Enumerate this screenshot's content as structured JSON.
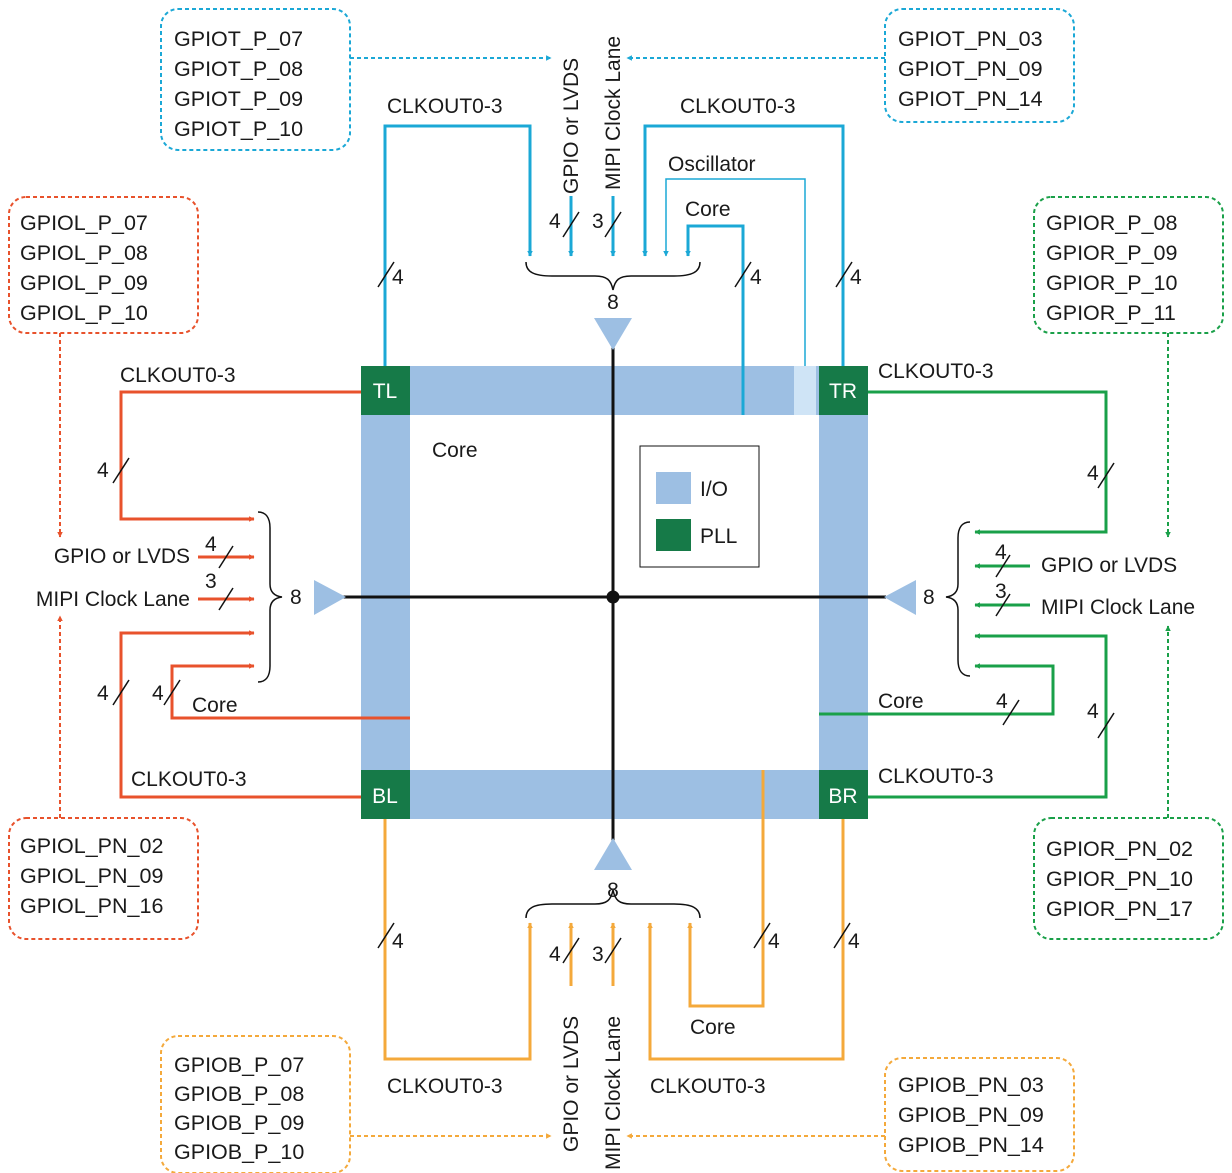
{
  "colors": {
    "top": "#1BA8D6",
    "left": "#E8522C",
    "right": "#1AA049",
    "bottom": "#F4A93B",
    "io": "#9DBFE3",
    "pll": "#167A48",
    "osc": "#CFE4F6",
    "line": "#111111"
  },
  "groups": {
    "top_left": [
      "GPIOT_P_07",
      "GPIOT_P_08",
      "GPIOT_P_09",
      "GPIOT_P_10"
    ],
    "top_right": [
      "GPIOT_PN_03",
      "GPIOT_PN_09",
      "GPIOT_PN_14"
    ],
    "left_top": [
      "GPIOL_P_07",
      "GPIOL_P_08",
      "GPIOL_P_09",
      "GPIOL_P_10"
    ],
    "left_bottom": [
      "GPIOL_PN_02",
      "GPIOL_PN_09",
      "GPIOL_PN_16"
    ],
    "right_top": [
      "GPIOR_P_08",
      "GPIOR_P_09",
      "GPIOR_P_10",
      "GPIOR_P_11"
    ],
    "right_bottom": [
      "GPIOR_PN_02",
      "GPIOR_PN_10",
      "GPIOR_PN_17"
    ],
    "bottom_left": [
      "GPIOB_P_07",
      "GPIOB_P_08",
      "GPIOB_P_09",
      "GPIOB_P_10"
    ],
    "bottom_right": [
      "GPIOB_PN_03",
      "GPIOB_PN_09",
      "GPIOB_PN_14"
    ]
  },
  "labels": {
    "clkout": "CLKOUT0-3",
    "gpio_lvds": "GPIO or LVDS",
    "mipi": "MIPI Clock Lane",
    "oscillator": "Oscillator",
    "core": "Core",
    "center_core": "Core",
    "mux_count": "8",
    "four": "4",
    "three": "3",
    "pll_tl": "TL",
    "pll_tr": "TR",
    "pll_bl": "BL",
    "pll_br": "BR"
  },
  "legend": {
    "io": "I/O",
    "pll": "PLL"
  }
}
